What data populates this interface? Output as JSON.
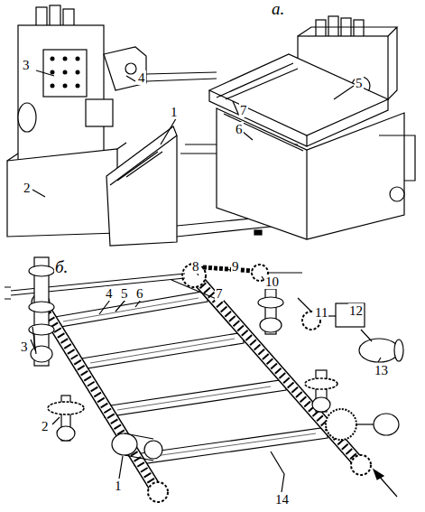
{
  "diagram": {
    "labels": [
      "а.",
      "3",
      "4",
      "5",
      "1",
      "7",
      "6",
      "2",
      "б.",
      "9",
      "8",
      "10",
      "4",
      "5",
      "6",
      "7",
      "12",
      "11",
      "3",
      "13",
      "2",
      "1",
      "14"
    ]
  }
}
